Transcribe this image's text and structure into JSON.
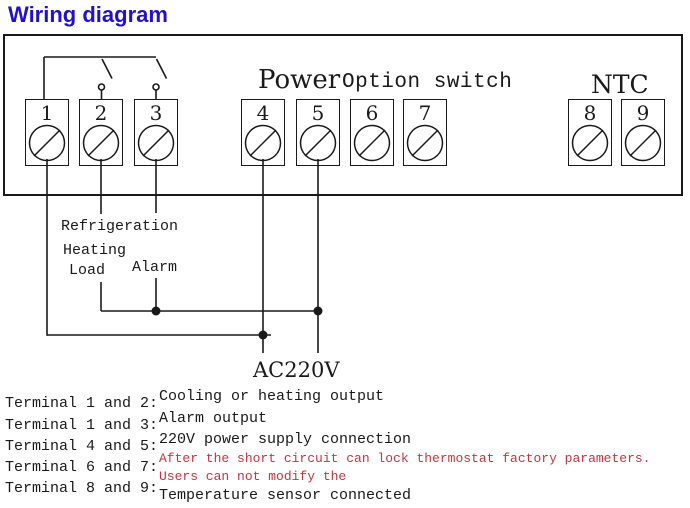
{
  "title": "Wiring diagram",
  "board": {
    "power_label": "Power",
    "option_switch_label": "Option switch",
    "ntc_label": "NTC",
    "terminals": [
      "1",
      "2",
      "3",
      "4",
      "5",
      "6",
      "7",
      "8",
      "9"
    ]
  },
  "wire_labels": {
    "refrigeration": "Refrigeration",
    "heating": "Heating",
    "load": "Load",
    "alarm": "Alarm",
    "power_source": "AC220V"
  },
  "legend": {
    "left": [
      "Terminal 1 and 2:",
      "Terminal 1 and 3:",
      "Terminal 4 and 5:",
      "Terminal 6 and 7:",
      "Terminal 8 and 9:"
    ],
    "right": [
      "Cooling or heating output",
      "Alarm output",
      "220V power supply connection",
      "After the short circuit can lock thermostat factory parameters.",
      "Users can not modify the",
      "Temperature sensor connected"
    ]
  },
  "colors": {
    "title": "#2211cc",
    "line": "#1a1a1a",
    "warning_text": "#c23642",
    "background": "#ffffff"
  }
}
